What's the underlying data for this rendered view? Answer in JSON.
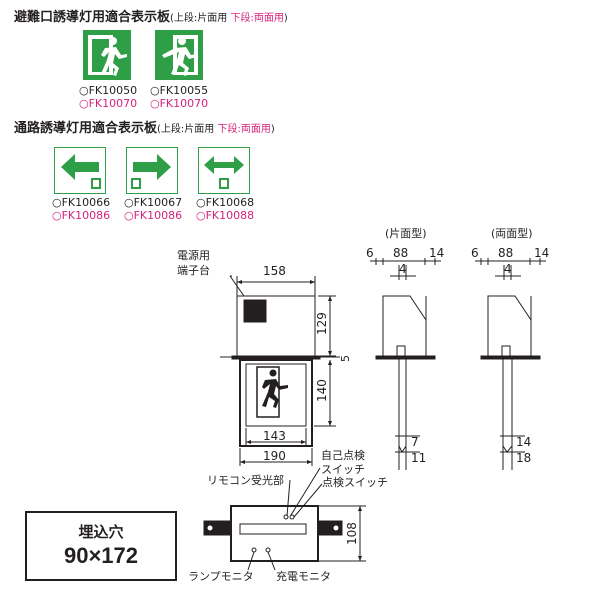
{
  "section1": {
    "title": "避難口誘導灯用適合表示板",
    "note_open": "(上段:片面用 ",
    "note_pink": "下段:両面用",
    "note_close": ")",
    "items": [
      {
        "top": "○FK10050",
        "bottom": "○FK10070",
        "icon": "exit-door-running-man-icon"
      },
      {
        "top": "○FK10055",
        "bottom": "○FK10070",
        "icon": "exit-door-running-man-icon"
      }
    ]
  },
  "section2": {
    "title": "通路誘導灯用適合表示板",
    "note_open": "(上段:片面用 ",
    "note_pink": "下段:両面用",
    "note_close": ")",
    "items": [
      {
        "top": "○FK10066",
        "bottom": "○FK10086",
        "icon": "arrow-left-icon"
      },
      {
        "top": "○FK10067",
        "bottom": "○FK10086",
        "icon": "arrow-right-icon"
      },
      {
        "top": "○FK10068",
        "bottom": "○FK10088",
        "icon": "arrow-both-icon"
      }
    ]
  },
  "front_view": {
    "terminal_label_1": "電源用",
    "terminal_label_2": "端子台",
    "dim_top_width": "158",
    "dim_upper_height": "129",
    "dim_gap": "5",
    "dim_lower_height": "140",
    "dim_inner_width": "143",
    "dim_outer_width": "190"
  },
  "side_view_single": {
    "caption": "(片面型)",
    "dim_a": "6",
    "dim_b": "88",
    "dim_c": "14",
    "dim_d": "4",
    "dim_e": "7",
    "dim_f": "11"
  },
  "side_view_double": {
    "caption": "(両面型)",
    "dim_a": "6",
    "dim_b": "88",
    "dim_c": "14",
    "dim_d": "4",
    "dim_e": "14",
    "dim_f": "18"
  },
  "bottom_view": {
    "self_check_label_1": "自己点検",
    "self_check_label_2": "スイッチ",
    "remote_label": "リモコン受光部",
    "check_switch_label": "点検スイッチ",
    "lamp_monitor_label": "ランプモニタ",
    "charge_monitor_label": "充電モニタ",
    "dim_height": "108"
  },
  "cutout": {
    "label": "埋込穴",
    "size": "90×172"
  }
}
